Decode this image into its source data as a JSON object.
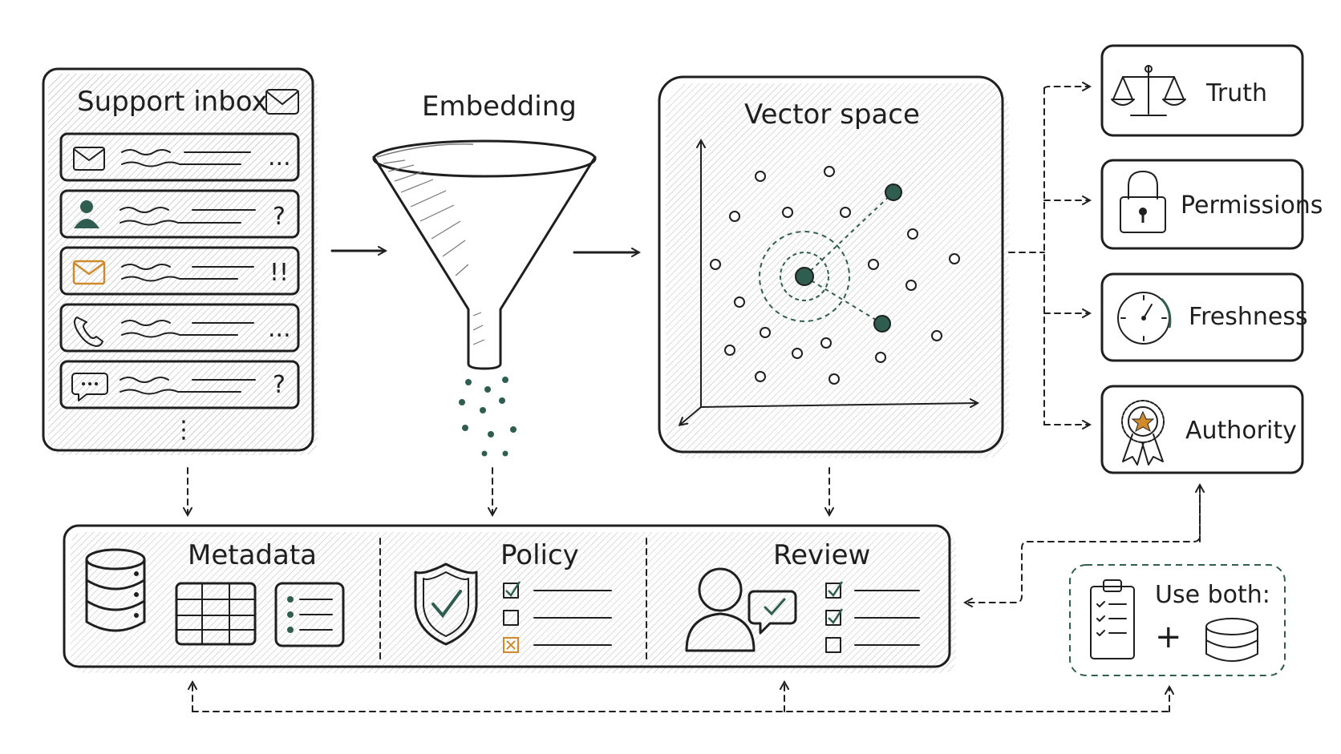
{
  "colors": {
    "ink": "#1f1f1f",
    "teal": "#2f5d50",
    "orange": "#d08a2c",
    "green_dash": "#2f5d50"
  },
  "inbox": {
    "title": "Support inbox",
    "title_icon": "envelope-icon",
    "items": [
      {
        "icon": "envelope-icon",
        "mark": "..."
      },
      {
        "icon": "person-icon",
        "mark": "?"
      },
      {
        "icon": "envelope-orange-icon",
        "mark": "!!"
      },
      {
        "icon": "phone-icon",
        "mark": "..."
      },
      {
        "icon": "chat-bubble-icon",
        "mark": "?"
      }
    ],
    "more": "⋮"
  },
  "embedding": {
    "title": "Embedding",
    "icon": "funnel-icon"
  },
  "vector_space": {
    "title": "Vector space",
    "icon": "scatter-plot-icon"
  },
  "signals": [
    {
      "label": "Truth",
      "icon": "scales-icon"
    },
    {
      "label": "Permissions",
      "icon": "padlock-icon"
    },
    {
      "label": "Freshness",
      "icon": "clock-icon"
    },
    {
      "label": "Authority",
      "icon": "award-badge-icon"
    }
  ],
  "bottom": {
    "metadata": {
      "title": "Metadata",
      "icons": [
        "database-icon",
        "table-icon",
        "list-icon"
      ]
    },
    "policy": {
      "title": "Policy",
      "icon": "shield-check-icon",
      "checklist": [
        "checked",
        "empty",
        "crossed"
      ]
    },
    "review": {
      "title": "Review",
      "icon": "reviewer-icon",
      "checklist": [
        "checked",
        "checked",
        "empty"
      ]
    }
  },
  "use_both": {
    "title": "Use both:",
    "plus": "+",
    "icons": [
      "clipboard-checklist-icon",
      "database-icon"
    ]
  }
}
